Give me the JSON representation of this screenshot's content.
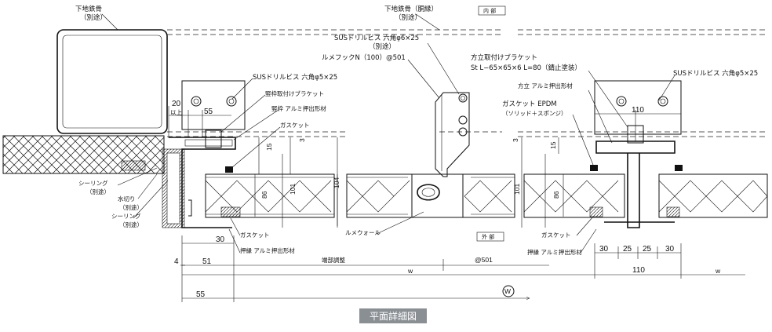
{
  "labels": {
    "shitaji_tekkotsu": "下地鉄骨",
    "betto_1": "（別途）",
    "shitaji_tekkotsu_kaiso": "下地鉄骨（胴縁）",
    "betto_2": "（別途）",
    "naibu": "内 部",
    "gaibu": "外 部",
    "sus_drill_screw_top": "SUSドリルビス 六角φ6×25",
    "betto_3": "（別途）",
    "lumi_hook": "ルメフックN（100）@501",
    "kata_bracket": "方立取付けブラケット",
    "kata_bracket_spec": "St L−65×65×6 L=80（錆止塗装）",
    "sus_drill_screw_left": "SUSドリルビス 六角φ5×25",
    "sus_drill_screw_right": "SUSドリルビス 六角φ5×25",
    "tatewaku_bracket": "竪枠取付けブラケット",
    "tatewaku_alumi": "竪枠 アルミ押出形材",
    "gasket_left_top": "ガスケット",
    "kata_alumi": "方立 アルミ押出形材",
    "gasket_epdm": "ガスケット EPDM",
    "gasket_epdm_sub": "（ソリッド＋スポンジ）",
    "sealing_1": "シーリング",
    "betto_4": "（別途）",
    "mizukiri": "水切り",
    "betto_5": "（別途）",
    "sealing_2": "シーリング",
    "betto_6": "（別途）",
    "gasket_left_bottom": "ガスケット",
    "oshibuchi_left": "押縁 アルミ押出形材",
    "lumi_wall": "ルメウォール",
    "gasket_right_bottom": "ガスケット",
    "oshibuchi_right": "押縁 アルミ押出形材",
    "tanbu_chosei": "端部調整",
    "pitch": "@501",
    "title": "平面詳細図"
  },
  "dimensions": {
    "d20": "20",
    "ijo": "以上",
    "d55_top": "55",
    "d15_left": "15",
    "d3_left": "3",
    "d86_left": "86",
    "d101_left": "101",
    "d104": "104",
    "d30_left": "30",
    "d4": "4",
    "d51": "51",
    "w_left": "w",
    "d55_bottom": "55",
    "w_circle": "W",
    "d110_top": "110",
    "d3_right": "3",
    "d15_right": "15",
    "d101_right": "101",
    "d86_right": "86",
    "d30_r1": "30",
    "d25_r1": "25",
    "d25_r2": "25",
    "d30_r2": "30",
    "d110_bottom": "110",
    "w_right": "w"
  }
}
